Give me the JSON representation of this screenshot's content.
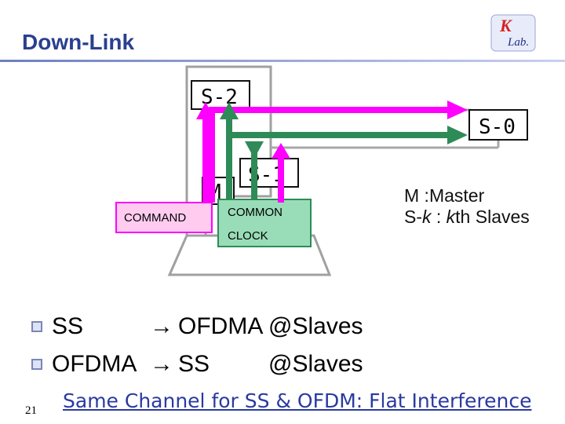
{
  "header": {
    "title": "Down-Link"
  },
  "logo": {
    "text": "K Lab."
  },
  "diagram": {
    "nodes": {
      "s2": "S-2",
      "s0": "S-0",
      "s1": "S-1",
      "m": "M"
    },
    "command_label": "COMMAND",
    "common_label_1": "COMMON",
    "common_label_2": "CLOCK",
    "colors": {
      "command": "#ff00ff",
      "clock": "#2e8b57",
      "command_fill": "#ffccf0",
      "clock_fill": "#99ddb8"
    }
  },
  "legend": {
    "line1": "M  :Master",
    "line2_prefix": "S-",
    "line2_k": "k",
    "line2_mid": " : ",
    "line2_k2": "k",
    "line2_suffix": "th Slaves"
  },
  "bullets": [
    {
      "a": "SS",
      "b": "OFDMA",
      "c": "@Slaves"
    },
    {
      "a": "OFDMA",
      "b": "SS",
      "c": "@Slaves"
    }
  ],
  "footer": {
    "text": "Same Channel for SS & OFDM: Flat Interference "
  },
  "page_number": "21"
}
